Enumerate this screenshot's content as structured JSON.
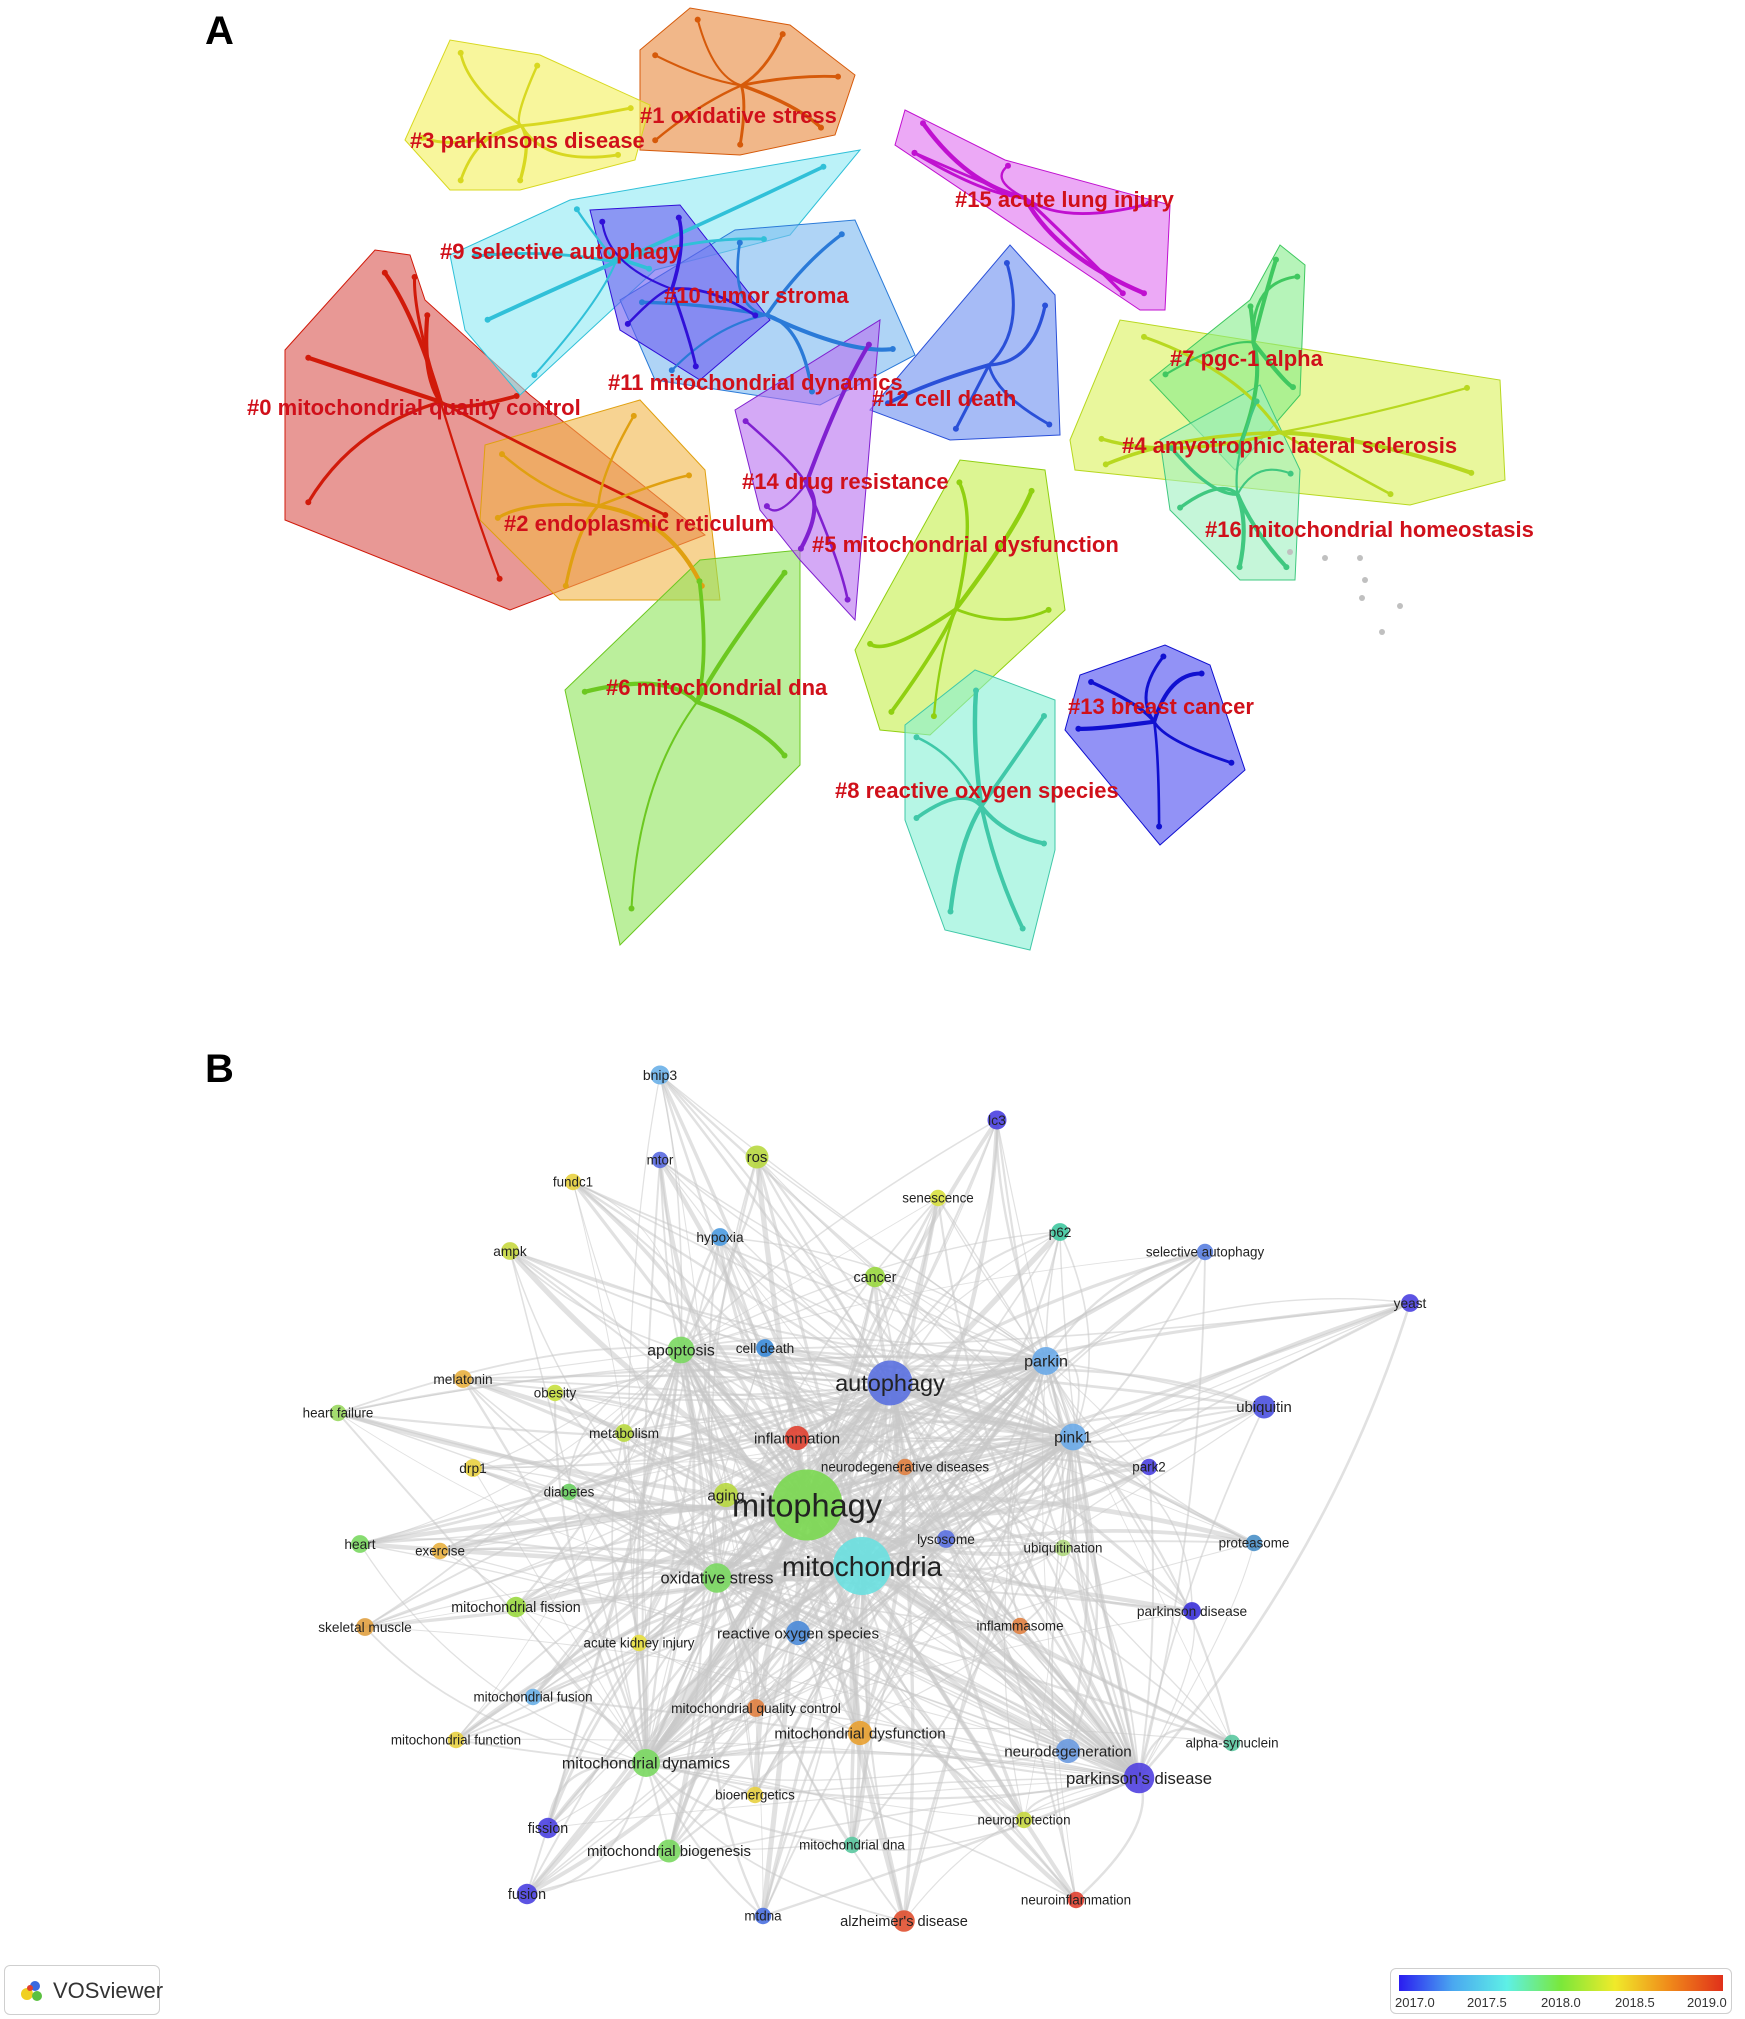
{
  "panel_a": {
    "letter": "A",
    "clusters": [
      {
        "label": "#0 mitochondrial quality control",
        "color": "#d9534f",
        "edge": "#d11a0a"
      },
      {
        "label": "#1 oxidative stress",
        "color": "#e7873b",
        "edge": "#d65a0a"
      },
      {
        "label": "#2 endoplasmic reticulum",
        "color": "#f2b64a",
        "edge": "#e0a010"
      },
      {
        "label": "#3 parkinsons disease",
        "color": "#f4f05a",
        "edge": "#d8d820"
      },
      {
        "label": "#4 amyotrophic lateral sclerosis",
        "color": "#dbf25a",
        "edge": "#b8d820"
      },
      {
        "label": "#5 mitochondrial dysfunction",
        "color": "#c4ee4a",
        "edge": "#90d010"
      },
      {
        "label": "#6 mitochondrial dna",
        "color": "#8ee45a",
        "edge": "#6cc820"
      },
      {
        "label": "#7 pgc-1 alpha",
        "color": "#86ec8a",
        "edge": "#40c860"
      },
      {
        "label": "#8 reactive oxygen species",
        "color": "#86f0d4",
        "edge": "#40c8a8"
      },
      {
        "label": "#9 selective autophagy",
        "color": "#8eeaf4",
        "edge": "#30c0d8"
      },
      {
        "label": "#10 tumor stroma",
        "color": "#7ab8f0",
        "edge": "#2a7ad8"
      },
      {
        "label": "#11 mitochondrial dynamics",
        "color": "#6a8ef0",
        "edge": "#2a50d8"
      },
      {
        "label": "#12 cell death",
        "color": "#4a4af0",
        "edge": "#1010d0"
      },
      {
        "label": "#13 breast cancer",
        "color": "#6a5af0",
        "edge": "#3010d8"
      },
      {
        "label": "#14 drug resistance",
        "color": "#b870f0",
        "edge": "#8020d0"
      },
      {
        "label": "#15 acute lung injury",
        "color": "#e070f0",
        "edge": "#c010d0"
      },
      {
        "label": "#16 mitochondrial homeostasis",
        "color": "#9ef0c0",
        "edge": "#40c880"
      }
    ]
  },
  "panel_b": {
    "letter": "B",
    "keywords": [
      {
        "label": "bnip3",
        "color": "#6ab0e8",
        "weight": 1
      },
      {
        "label": "lc3",
        "color": "#4a40e0",
        "weight": 1
      },
      {
        "label": "mtor",
        "color": "#5a6ae0",
        "weight": 0.8
      },
      {
        "label": "ros",
        "color": "#b8d840",
        "weight": 1.3
      },
      {
        "label": "fundc1",
        "color": "#e8d040",
        "weight": 0.8
      },
      {
        "label": "senescence",
        "color": "#d8e040",
        "weight": 0.8
      },
      {
        "label": "hypoxia",
        "color": "#4a9ae0",
        "weight": 0.9
      },
      {
        "label": "p62",
        "color": "#40c8a0",
        "weight": 0.9
      },
      {
        "label": "ampk",
        "color": "#c8d840",
        "weight": 0.9
      },
      {
        "label": "selective autophagy",
        "color": "#5a80e0",
        "weight": 0.8
      },
      {
        "label": "cancer",
        "color": "#9ad840",
        "weight": 1.1
      },
      {
        "label": "yeast",
        "color": "#4a40e0",
        "weight": 0.9
      },
      {
        "label": "apoptosis",
        "color": "#7ad860",
        "weight": 1.6
      },
      {
        "label": "cell death",
        "color": "#3a8ad8",
        "weight": 0.9
      },
      {
        "label": "autophagy",
        "color": "#5a70e0",
        "weight": 3.0
      },
      {
        "label": "parkin",
        "color": "#6aaae8",
        "weight": 1.7
      },
      {
        "label": "melatonin",
        "color": "#e8b040",
        "weight": 0.9
      },
      {
        "label": "obesity",
        "color": "#c8e040",
        "weight": 0.8
      },
      {
        "label": "ubiquitin",
        "color": "#4a50e0",
        "weight": 1.3
      },
      {
        "label": "heart failure",
        "color": "#9ad860",
        "weight": 0.8
      },
      {
        "label": "metabolism",
        "color": "#b8d840",
        "weight": 0.9
      },
      {
        "label": "inflammation",
        "color": "#e04030",
        "weight": 1.4
      },
      {
        "label": "pink1",
        "color": "#6aaae8",
        "weight": 1.6
      },
      {
        "label": "drp1",
        "color": "#e8d040",
        "weight": 0.9
      },
      {
        "label": "neurodegenerative diseases",
        "color": "#e08040",
        "weight": 0.8
      },
      {
        "label": "park2",
        "color": "#4a40e0",
        "weight": 0.8
      },
      {
        "label": "diabetes",
        "color": "#6ad060",
        "weight": 0.8
      },
      {
        "label": "aging",
        "color": "#b8d840",
        "weight": 1.4
      },
      {
        "label": "mitophagy",
        "color": "#7ad850",
        "weight": 5.0
      },
      {
        "label": "heart",
        "color": "#7ad860",
        "weight": 0.9
      },
      {
        "label": "exercise",
        "color": "#e8b040",
        "weight": 0.8
      },
      {
        "label": "lysosome",
        "color": "#5a70e0",
        "weight": 0.9
      },
      {
        "label": "mitochondria",
        "color": "#6ae0e0",
        "weight": 4.0
      },
      {
        "label": "ubiquitination",
        "color": "#b0d880",
        "weight": 0.8
      },
      {
        "label": "proteasome",
        "color": "#4a90c8",
        "weight": 0.8
      },
      {
        "label": "oxidative stress",
        "color": "#7ad860",
        "weight": 1.8
      },
      {
        "label": "mitochondrial fission",
        "color": "#9ad840",
        "weight": 1.1
      },
      {
        "label": "parkinson disease",
        "color": "#3a30d8",
        "weight": 0.9
      },
      {
        "label": "skeletal muscle",
        "color": "#e0a040",
        "weight": 0.9
      },
      {
        "label": "acute kidney injury",
        "color": "#e8e040",
        "weight": 0.8
      },
      {
        "label": "reactive oxygen species",
        "color": "#4a8ad8",
        "weight": 1.4
      },
      {
        "label": "inflammasome",
        "color": "#e08040",
        "weight": 0.8
      },
      {
        "label": "mitochondrial fusion",
        "color": "#6ab0e8",
        "weight": 0.8
      },
      {
        "label": "mitochondrial quality control",
        "color": "#e08040",
        "weight": 0.9
      },
      {
        "label": "mitochondrial function",
        "color": "#e8d040",
        "weight": 0.8
      },
      {
        "label": "mitochondrial dysfunction",
        "color": "#e8a030",
        "weight": 1.4
      },
      {
        "label": "alpha-synuclein",
        "color": "#5ac8a0",
        "weight": 0.8
      },
      {
        "label": "neurodegeneration",
        "color": "#6a9ae0",
        "weight": 1.4
      },
      {
        "label": "mitochondrial dynamics",
        "color": "#7ad860",
        "weight": 1.7
      },
      {
        "label": "parkinson's disease",
        "color": "#5040e0",
        "weight": 1.9
      },
      {
        "label": "bioenergetics",
        "color": "#e8d040",
        "weight": 0.8
      },
      {
        "label": "fission",
        "color": "#4a40e0",
        "weight": 1.1
      },
      {
        "label": "neuroprotection",
        "color": "#c8d840",
        "weight": 0.8
      },
      {
        "label": "mitochondrial biogenesis",
        "color": "#7ad860",
        "weight": 1.3
      },
      {
        "label": "mitochondrial dna",
        "color": "#5ac8a0",
        "weight": 0.8
      },
      {
        "label": "neuroinflammation",
        "color": "#e04030",
        "weight": 0.8
      },
      {
        "label": "fusion",
        "color": "#4a40e0",
        "weight": 1.1
      },
      {
        "label": "mtdna",
        "color": "#4a70e0",
        "weight": 0.8
      },
      {
        "label": "alzheimer's disease",
        "color": "#e05030",
        "weight": 1.2
      }
    ]
  },
  "vosviewer": {
    "logo_text": "VOSviewer"
  },
  "colorbar": {
    "ticks": [
      "2017.0",
      "2017.5",
      "2018.0",
      "2018.5",
      "2019.0"
    ]
  }
}
